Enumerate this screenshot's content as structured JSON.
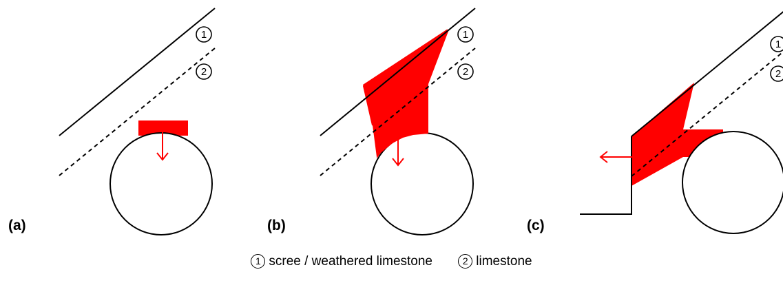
{
  "panels": [
    {
      "label": "(a)"
    },
    {
      "label": "(b)"
    },
    {
      "label": "(c)"
    }
  ],
  "layer_markers": [
    "1",
    "2"
  ],
  "legend": [
    {
      "marker": "1",
      "text": "scree / weathered limestone"
    },
    {
      "marker": "2",
      "text": "limestone"
    }
  ],
  "colors": {
    "failure_zone": "#ff0000",
    "lines": "#000000",
    "background": "#ffffff"
  },
  "icons": {
    "movement_arrow": "arrow-icon",
    "tunnel": "circle-shape"
  }
}
